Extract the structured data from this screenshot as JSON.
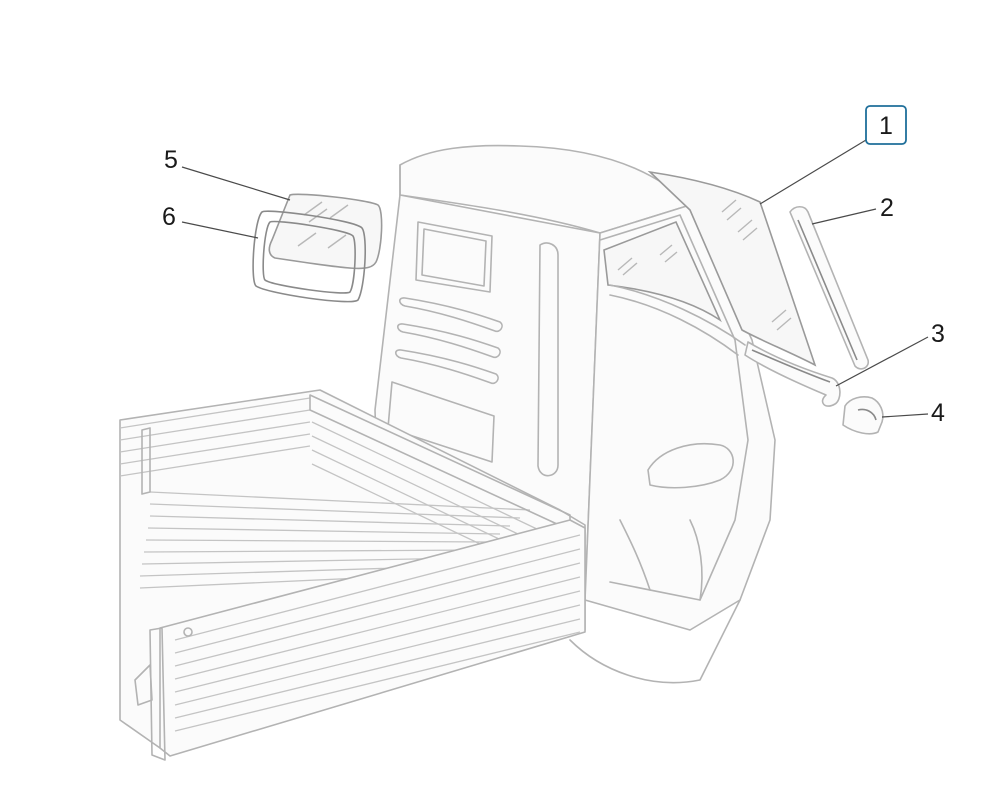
{
  "diagram": {
    "callouts": [
      {
        "id": "1",
        "label": "1",
        "highlighted": true
      },
      {
        "id": "2",
        "label": "2"
      },
      {
        "id": "3",
        "label": "3"
      },
      {
        "id": "4",
        "label": "4"
      },
      {
        "id": "5",
        "label": "5"
      },
      {
        "id": "6",
        "label": "6"
      }
    ],
    "highlight_color": "#1f6f9a"
  }
}
